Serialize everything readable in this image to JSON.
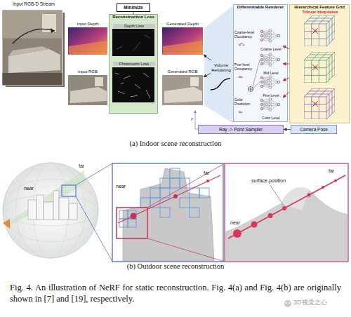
{
  "diagram": {
    "caption": "Fig. 4. An illustration of NeRF for static reconstruction. Fig. 4(a) and Fig. 4(b) are originally shown in [7] and [19], respectively.",
    "nodes": [
      {
        "text": [
          "Input RGB-D Stream"
        ]
      },
      {
        "text": [
          "Input Depth"
        ]
      },
      {
        "text": [
          "Input RGB"
        ]
      },
      {
        "text": [
          "Minimize"
        ]
      },
      {
        "text": [
          "Reconstruction Loss"
        ]
      },
      {
        "text": [
          "Depth Loss"
        ],
        "in": 4
      },
      {
        "text": [
          "Photometric Loss"
        ],
        "in": 4
      },
      {
        "text": [
          "Generated Depth"
        ]
      },
      {
        "text": [
          "Generated RGB"
        ]
      },
      {
        "text": [
          "Volume Rendering"
        ]
      },
      {
        "text": [
          "Differentiable Renderer"
        ]
      },
      {
        "text": [
          "Coarse Level"
        ],
        "in": 10
      },
      {
        "text": [
          "Mid Level"
        ],
        "in": 10
      },
      {
        "text": [
          "Fine Level"
        ],
        "in": 10
      },
      {
        "text": [
          "Color Level"
        ],
        "in": 10
      },
      {
        "text": [
          "Hierarchical Feature Grid"
        ]
      },
      {
        "text": [
          "Ray -> Point Sampler"
        ]
      },
      {
        "text": [
          "Camera Pose"
        ]
      }
    ],
    "edges": [
      {
        "from": 3,
        "to": 4,
        "arrow": "none"
      },
      {
        "from": 9,
        "to": 7,
        "arrow": "to"
      },
      {
        "from": 9,
        "to": 8,
        "arrow": "to"
      },
      {
        "from": 15,
        "to": 11,
        "arrow": "to"
      },
      {
        "from": 15,
        "to": 12,
        "arrow": "to"
      },
      {
        "from": 15,
        "to": 13,
        "arrow": "to"
      },
      {
        "from": 15,
        "to": 14,
        "arrow": "to"
      },
      {
        "from": 17,
        "to": 16,
        "arrow": "to"
      }
    ],
    "labels": [
      "Coarse-level Occupancy",
      "o⁰ₚ",
      "Fine-level Occupancy",
      "oₚ",
      "Color Prediction",
      "cₚ",
      "Trilinear Interpolation",
      "p",
      "far",
      "near",
      "near",
      "far",
      "surface position",
      "far",
      "near",
      "(a) Indoor scene reconstruction",
      "(b) Outdoor scene reconstruction",
      "3D视觉之心"
    ]
  }
}
